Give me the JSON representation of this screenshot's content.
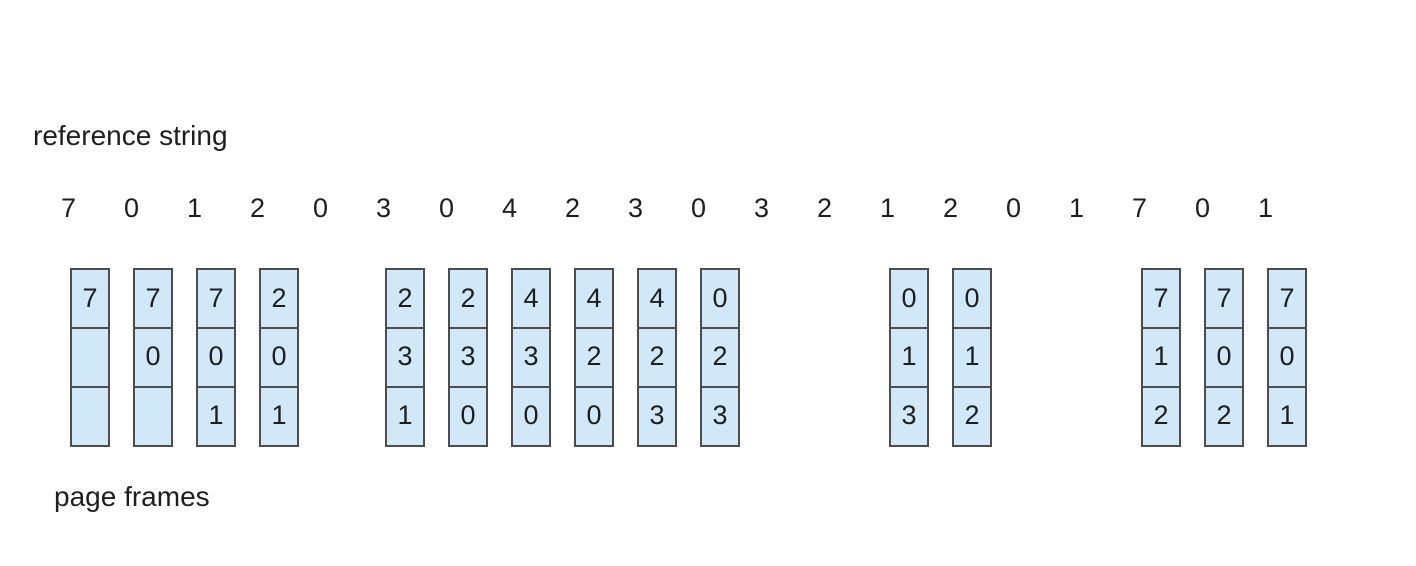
{
  "figure": {
    "top_label": "reference string",
    "bottom_label": "page frames"
  },
  "reference_string": [
    "7",
    "0",
    "1",
    "2",
    "0",
    "3",
    "0",
    "4",
    "2",
    "3",
    "0",
    "3",
    "2",
    "1",
    "2",
    "0",
    "1",
    "7",
    "0",
    "1"
  ],
  "frame_columns": [
    {
      "ref_index": 0,
      "cells": [
        "7",
        "",
        ""
      ]
    },
    {
      "ref_index": 1,
      "cells": [
        "7",
        "0",
        ""
      ]
    },
    {
      "ref_index": 2,
      "cells": [
        "7",
        "0",
        "1"
      ]
    },
    {
      "ref_index": 3,
      "cells": [
        "2",
        "0",
        "1"
      ]
    },
    {
      "ref_index": 5,
      "cells": [
        "2",
        "3",
        "1"
      ]
    },
    {
      "ref_index": 6,
      "cells": [
        "2",
        "3",
        "0"
      ]
    },
    {
      "ref_index": 7,
      "cells": [
        "4",
        "3",
        "0"
      ]
    },
    {
      "ref_index": 8,
      "cells": [
        "4",
        "2",
        "0"
      ]
    },
    {
      "ref_index": 9,
      "cells": [
        "4",
        "2",
        "3"
      ]
    },
    {
      "ref_index": 10,
      "cells": [
        "0",
        "2",
        "3"
      ]
    },
    {
      "ref_index": 13,
      "cells": [
        "0",
        "1",
        "3"
      ]
    },
    {
      "ref_index": 14,
      "cells": [
        "0",
        "1",
        "2"
      ]
    },
    {
      "ref_index": 17,
      "cells": [
        "7",
        "1",
        "2"
      ]
    },
    {
      "ref_index": 18,
      "cells": [
        "7",
        "0",
        "2"
      ]
    },
    {
      "ref_index": 19,
      "cells": [
        "7",
        "0",
        "1"
      ]
    }
  ],
  "colors": {
    "cell_fill": "#d0e8f7",
    "cell_border": "#4d4d4d",
    "text": "#1e1e1e",
    "background": "#ffffff"
  }
}
